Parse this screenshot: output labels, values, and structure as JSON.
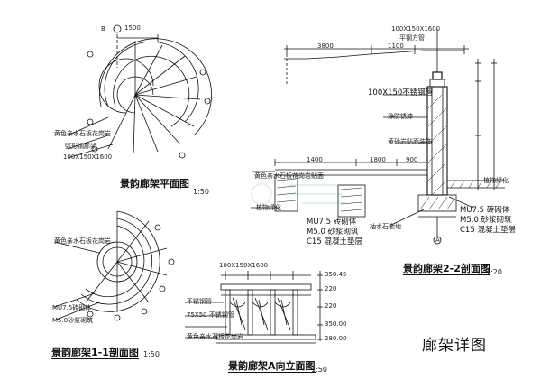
{
  "drawing_title": "廊架详图",
  "views": {
    "plan": {
      "title": "景韵廊架平面图",
      "scale": "1:50"
    },
    "section_1_1": {
      "title": "景韵廊架1-1剖面图",
      "scale": "1:50"
    },
    "elevation_a": {
      "title": "景韵廊架A向立面图",
      "scale": "1:50"
    },
    "section_2_2": {
      "title": "景韵廊架2-2剖面图",
      "scale": "1:20"
    }
  },
  "section_2_2_notes": {
    "top_dim": "100X150X1600",
    "top_dim_sub": "平钢方管",
    "steel_pipe": "100X150不锈钢管",
    "paint": "涂防锈漆",
    "tile": "黄砂岩贴面装饰",
    "left_label": "黄色亲水石板花岗岩贴面",
    "dims_top": [
      "3800",
      "1100"
    ],
    "dims_bottom": [
      "1400",
      "1800",
      "900"
    ],
    "green_left": "植物绿化",
    "green_right": "植物绿化",
    "drain": "抽水石嵌地",
    "materials_left": [
      "MU7.5 砖砌体",
      "M5.0 砂浆砌筑",
      "C15 混凝土垫层"
    ],
    "materials_right": [
      "MU7.5 砖砌体",
      "M5.0 砂浆砌筑",
      "C15 混凝土垫层"
    ],
    "axis": "A"
  },
  "plan_notes": {
    "dim_top": "1500",
    "label_1": "黄色亲水石板花岗岩",
    "label_2": "弧形钢廊架",
    "label_3": "100X150X1600",
    "axis": "B"
  },
  "section_notes": {
    "mu": "MU7.5砖砌体",
    "m5": "M5.0砂浆砌筑",
    "label": "黄色亲水石板花岗岩"
  },
  "elevation_notes": {
    "top": "100X150X1600",
    "beam": "不锈钢管",
    "post": "75X50 不锈钢管",
    "floor": "黄色亲水石板花岗岩",
    "right_dims": [
      "350.45",
      "220",
      "220",
      "350.00",
      "280.00"
    ]
  }
}
